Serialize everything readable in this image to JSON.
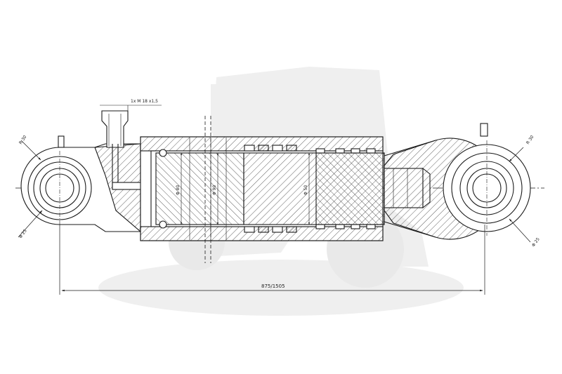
{
  "drawing": {
    "labels": {
      "port_thread": "1x M 18 x1,5",
      "left_eye_radius": "R 30",
      "left_eye_bore": "Φ 25",
      "right_eye_radius": "R 30",
      "right_eye_bore": "Φ 25",
      "piston_rod_dia": "Φ 50",
      "cylinder_bore_a": "Φ 80",
      "cylinder_bore_b": "Φ 90",
      "overall_length": "875/1505"
    },
    "colors": {
      "line": "#1a1a1a",
      "hatch": "#333333",
      "watermark": "#ececec"
    },
    "watermark_icon": "tractor-silhouette-icon"
  }
}
